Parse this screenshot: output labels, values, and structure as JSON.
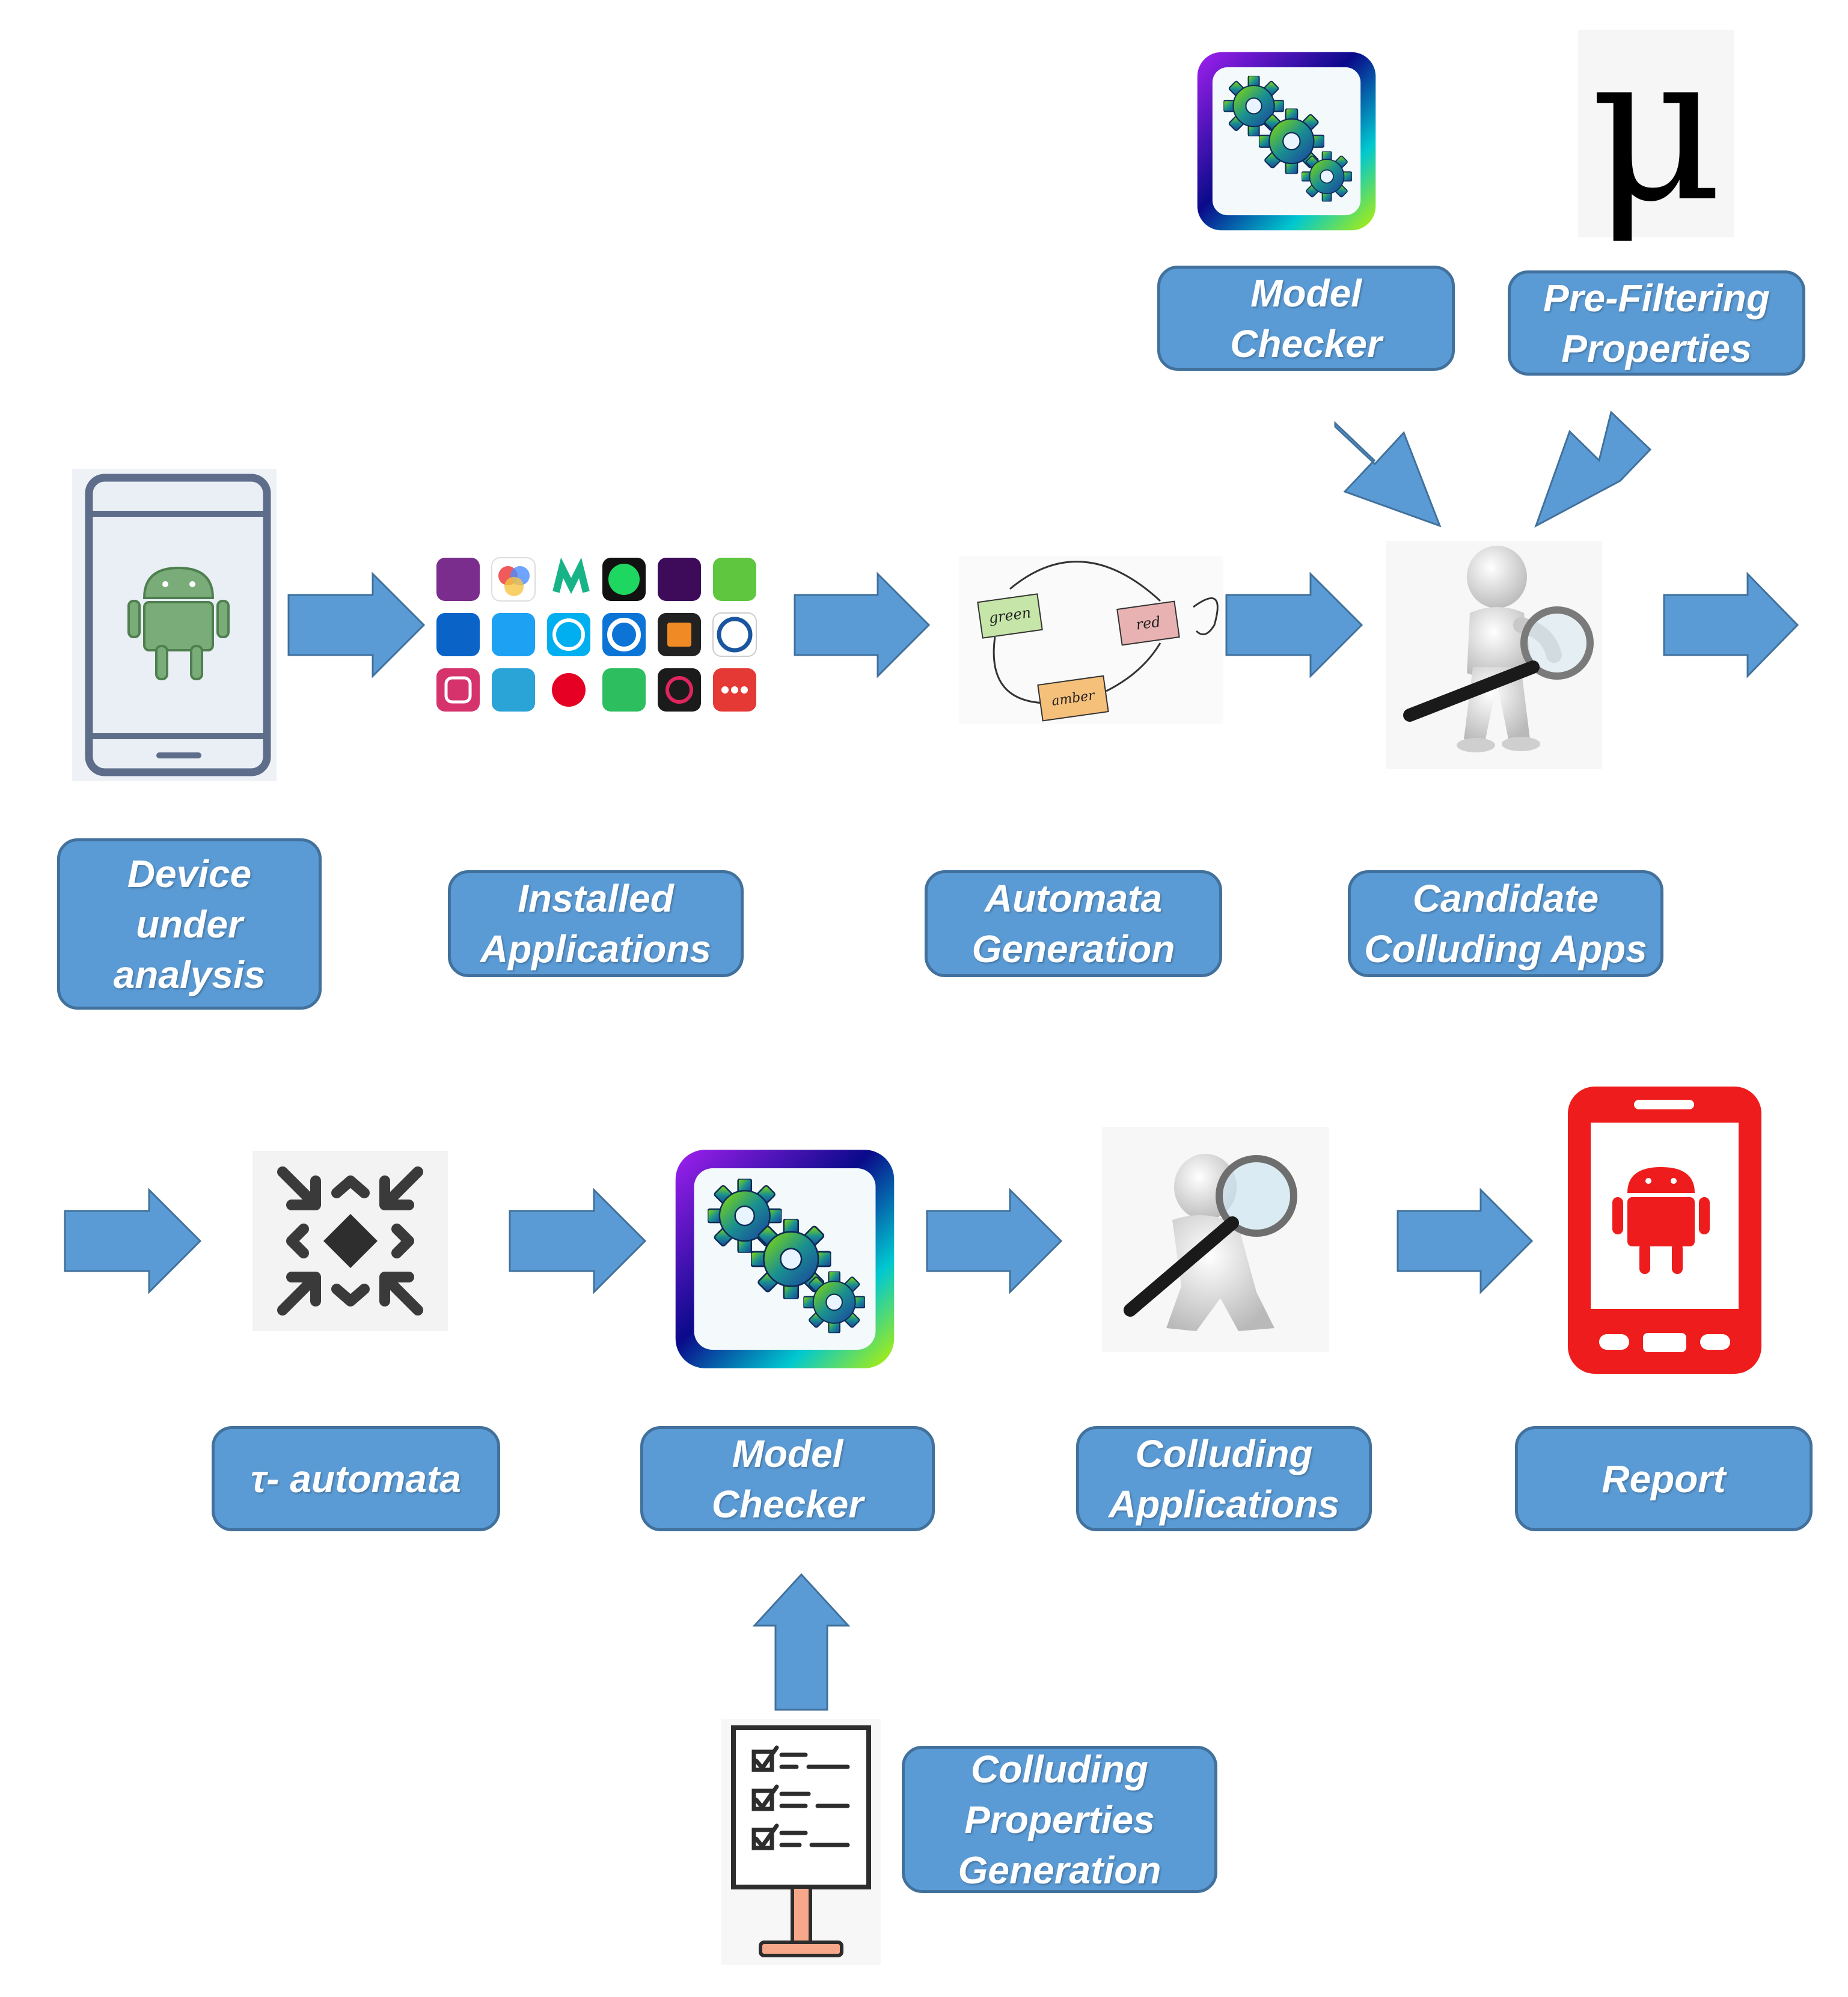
{
  "labels": {
    "model_checker_top": [
      "Model",
      "Checker"
    ],
    "prefiltering": [
      "Pre-Filtering",
      "Properties"
    ],
    "device": [
      "Device",
      "under",
      "analysis"
    ],
    "installed": [
      "Installed",
      "Applications"
    ],
    "automata": [
      "Automata",
      "Generation"
    ],
    "candidate": [
      "Candidate",
      "Colluding Apps"
    ],
    "tau": [
      "τ- automata"
    ],
    "model_checker_bottom": [
      "Model",
      "Checker"
    ],
    "colluding_apps": [
      "Colluding",
      "Applications"
    ],
    "report": [
      "Report"
    ],
    "colluding_props": [
      "Colluding",
      "Properties",
      "Generation"
    ]
  },
  "mu_symbol": "μ",
  "automata_states": [
    "green",
    "red",
    "amber"
  ],
  "colors": {
    "box_fill": "#5b9bd5",
    "box_border": "#41719c",
    "arrow_fill": "#5b9bd5",
    "report_phone": "#ee1c1c",
    "android_green": "#79ac78",
    "device_frame": "#5e6e8a"
  },
  "icons": {
    "device": "android-phone-icon",
    "apps": "app-grid-icon",
    "automata": "state-machine-sketch-icon",
    "search_figure": "magnifier-figure-icon",
    "model_checker": "gears-icon",
    "mu": "mu-symbol-icon",
    "reduce": "compress-arrows-icon",
    "report": "red-android-phone-icon",
    "checklist": "checklist-board-icon"
  }
}
